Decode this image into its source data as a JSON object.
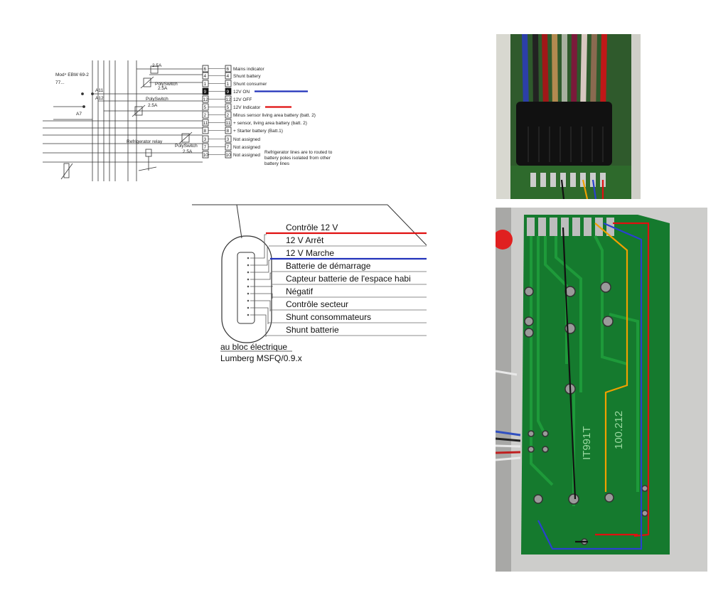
{
  "schematic": {
    "module_label": "Mod⁴ EBW 69-2",
    "module_code": "77...",
    "fuse_labels": [
      "2.5A",
      "2.5A",
      "2.5A",
      "2.5A"
    ],
    "polyswitch_labels": [
      "PolySwitch",
      "PolySwitch",
      "PolySwitch"
    ],
    "relay_label": "Refrigerator relay",
    "node_labels": [
      "A11",
      "A12",
      "A7"
    ],
    "pins": [
      {
        "num": "6",
        "label": "Mains indicator"
      },
      {
        "num": "4",
        "label": "Shunt battery"
      },
      {
        "num": "1",
        "label": "Shunt consumer"
      },
      {
        "num": "9",
        "label": "12V ON"
      },
      {
        "num": "12",
        "label": "12V OFF"
      },
      {
        "num": "5",
        "label": "12V Indicator"
      },
      {
        "num": "2",
        "label": "Minus sensor living area battery (batt. 2)"
      },
      {
        "num": "11",
        "label": "+ sensor, living area battery (batt. 2)"
      },
      {
        "num": "8",
        "label": "+ Starter battery (Batt.1)"
      },
      {
        "num": "3",
        "label": "Not assigned"
      },
      {
        "num": "7",
        "label": "Not assigned"
      },
      {
        "num": "10",
        "label": "Not assigned"
      }
    ],
    "note": "Refrigerator lines are to routed to battery poles isolated from other battery lines",
    "highlight_colors": {
      "on": "#2233bb",
      "indicator": "#e01010"
    }
  },
  "connector": {
    "lines": [
      {
        "label": "Contrôle 12 V",
        "color": "#e01010"
      },
      {
        "label": "12 V Arrêt",
        "color": ""
      },
      {
        "label": "12 V Marche",
        "color": "#2233bb"
      },
      {
        "label": "Batterie de démarrage",
        "color": ""
      },
      {
        "label": "Capteur batterie de l'espace habi",
        "color": ""
      },
      {
        "label": "Négatif",
        "color": ""
      },
      {
        "label": "Contrôle secteur",
        "color": ""
      },
      {
        "label": "Shunt consommateurs",
        "color": ""
      },
      {
        "label": "Shunt batterie",
        "color": ""
      }
    ],
    "caption_line1": "au bloc électrique",
    "caption_line2": "Lumberg MSFQ/0.9.x"
  },
  "photo_pcb": {
    "silkscreen_left": "IT991T",
    "silkscreen_right": "100.212",
    "trace_colors": {
      "red": "#e01010",
      "blue": "#2a40d0",
      "orange": "#f0a000",
      "black": "#111111"
    }
  }
}
